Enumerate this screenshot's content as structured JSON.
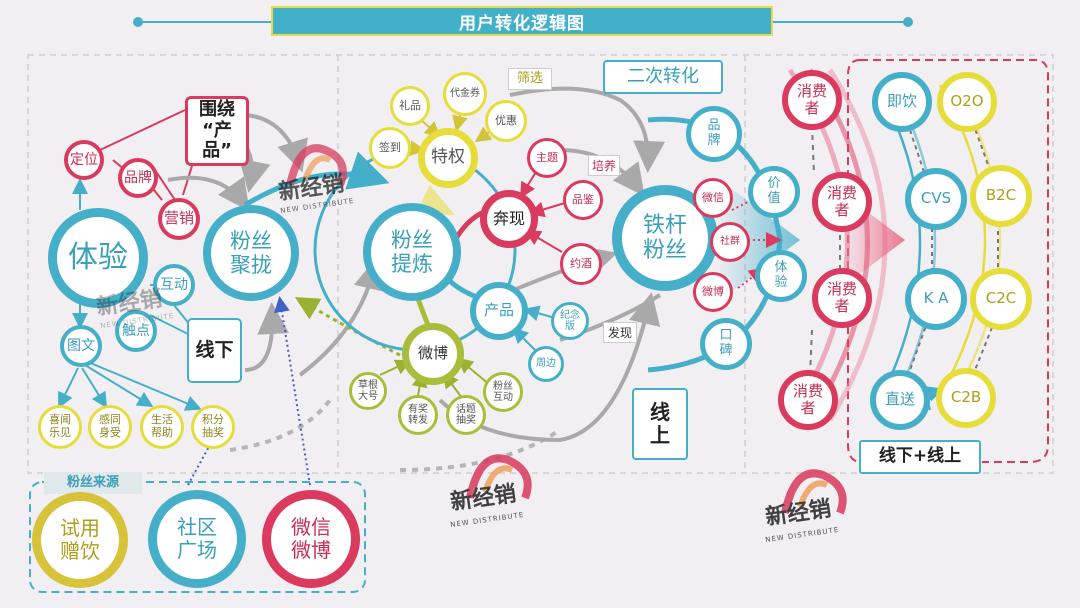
{
  "title": "用户转化逻辑图",
  "nodes": {
    "tiyan": "体验",
    "dingwei": "定位",
    "pinpai": "品牌",
    "yingxiao": "营销",
    "weirao": "围绕\n“产品”",
    "hudong": "互动",
    "chudian": "触点",
    "tuwen": "图文",
    "xianxia": "线下",
    "xiwen": "喜闻\n乐见",
    "gantong": "感同\n身受",
    "shenghuo": "生活\n帮助",
    "jifen": "积分\n抽奖",
    "fensi_laiyuan": "粉丝来源",
    "shiyong": "试用\n赠饮",
    "shequ": "社区\n广场",
    "weixin_weibo": "微信\n微博",
    "fensi_julong": "粉丝\n聚拢",
    "fensi_tilian": "粉丝\n提炼",
    "tequan": "特权",
    "lipin": "礼品",
    "daijinquan": "代金券",
    "youhui": "优惠",
    "qiandao": "签到",
    "shaixuan": "筛选",
    "benxian": "奔现",
    "zhuti": "主题",
    "peiyang": "培养",
    "pinjian": "品鉴",
    "yuejiu": "约酒",
    "chanpin": "产品",
    "jinianban": "纪念\n版",
    "zhoubian": "周边",
    "weibo": "微博",
    "caogen": "草根\n大号",
    "youjiang": "有奖\n转发",
    "huati": "话题\n抽奖",
    "fensi_hudong": "粉丝\n互动",
    "erci": "二次转化",
    "tiegan": "铁杆\n粉丝",
    "faxian": "发现",
    "xianshang": "线\n上",
    "pinpai2": "品\n牌",
    "weixin": "微信",
    "shequn": "社群",
    "weibo2": "微博",
    "jiazhi": "价\n值",
    "tiyan2": "体\n验",
    "koubei": "口\n碑",
    "xiaofeizhe": "消费\n者",
    "jiyin": "即饮",
    "o2o": "O2O",
    "cvs": "CVS",
    "b2c": "B2C",
    "ka": "K A",
    "c2c": "C2C",
    "zhisong": "直送",
    "c2b": "C2B",
    "xianxia_xianshang": "线下+线上"
  },
  "watermark": {
    "brand": "新经销",
    "sub": "NEW DISTRIBUTE"
  },
  "colors": {
    "blue": "#45afc9",
    "red": "#d93a5e",
    "yellow": "#e6dd3a",
    "olive": "#a9bd3a",
    "gray": "#a9a9a9",
    "background": "#f2eff3"
  }
}
